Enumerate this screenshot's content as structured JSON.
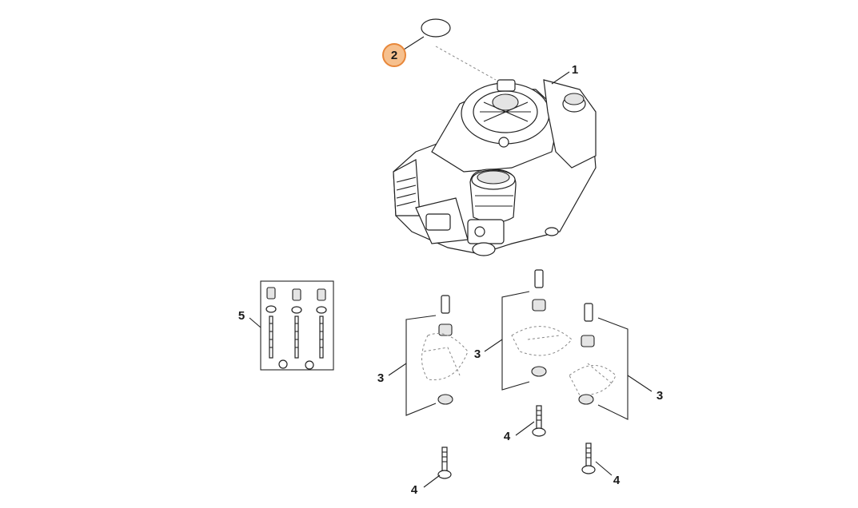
{
  "callouts": [
    {
      "id": "c1",
      "label": "1"
    },
    {
      "id": "c2",
      "label": "2",
      "highlighted": true
    },
    {
      "id": "c3a",
      "label": "3"
    },
    {
      "id": "c3b",
      "label": "3"
    },
    {
      "id": "c3c",
      "label": "3"
    },
    {
      "id": "c4a",
      "label": "4"
    },
    {
      "id": "c4b",
      "label": "4"
    },
    {
      "id": "c4c",
      "label": "4"
    },
    {
      "id": "c5",
      "label": "5"
    }
  ],
  "colors": {
    "highlight_fill": "#f6c08e",
    "highlight_stroke": "#e8873a",
    "line": "#222222"
  }
}
